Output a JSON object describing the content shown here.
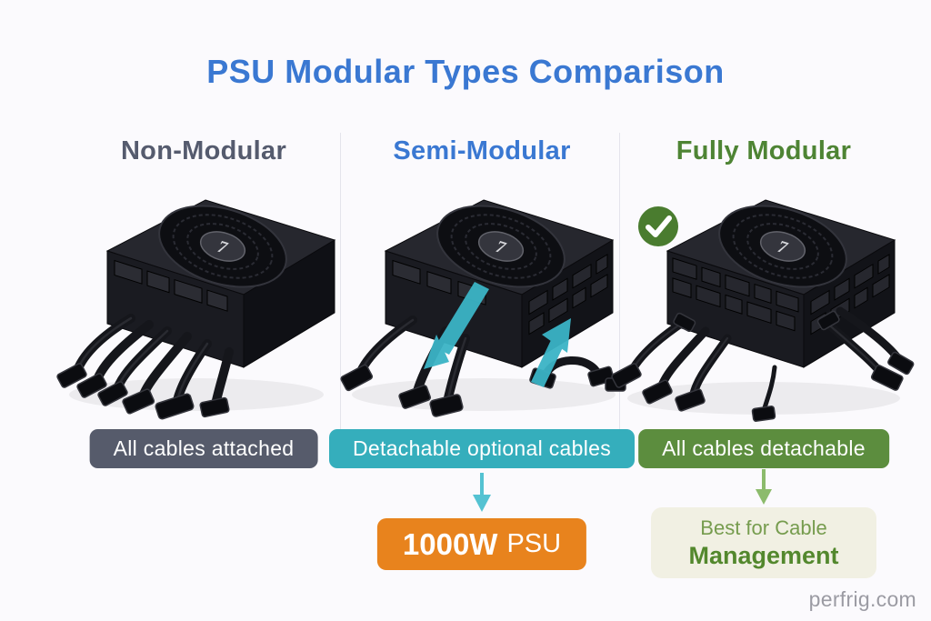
{
  "page": {
    "title": "PSU Modular Types Comparison",
    "watermark": "perfrig.com"
  },
  "colors": {
    "title_blue": "#3a78d2",
    "header_slate": "#555b6e",
    "header_green": "#4e8434",
    "badge_slate": "#565b6b",
    "badge_teal": "#35aebc",
    "badge_green": "#5c8d3e",
    "callout_orange": "#e8831d",
    "callout_cream": "#f1f0e3",
    "arrow_teal": "#54c2d2",
    "arrow_green": "#8cbb6c",
    "check_green": "#4a7c2f",
    "background": "#fbfafd"
  },
  "columns": [
    {
      "id": "non-modular",
      "header": "Non-Modular",
      "badge": "All cables attached"
    },
    {
      "id": "semi-modular",
      "header": "Semi-Modular",
      "badge": "Detachable optional cables",
      "callout": {
        "bold": "1000W",
        "normal": "PSU"
      }
    },
    {
      "id": "fully-modular",
      "header": "Fully Modular",
      "badge": "All cables detachable",
      "callout_line1": "Best for Cable",
      "callout_line2": "Management"
    }
  ]
}
